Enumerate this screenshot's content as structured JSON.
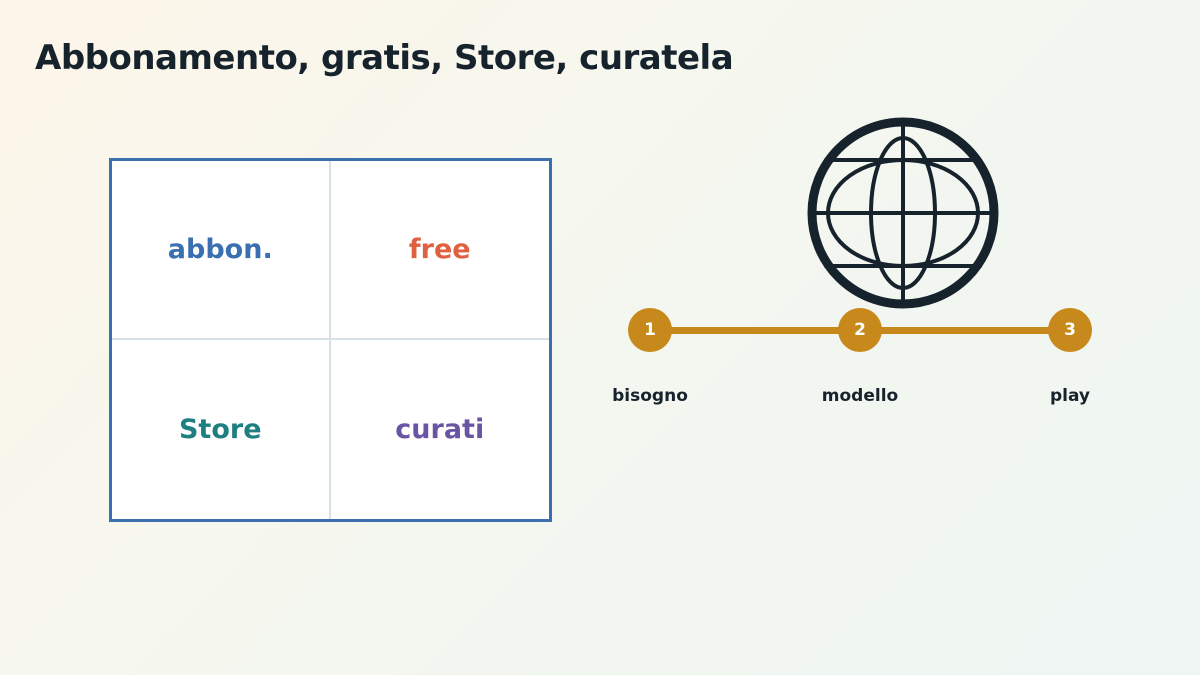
{
  "title": "Abbonamento, gratis, Store, curatela",
  "grid": {
    "cells": [
      {
        "label": "abbon.",
        "color": "#3a6fb0"
      },
      {
        "label": "free",
        "color": "#e0613f"
      },
      {
        "label": "Store",
        "color": "#1f7f80"
      },
      {
        "label": "curati",
        "color": "#6a55a4"
      }
    ]
  },
  "icon": "globe-icon",
  "timeline": {
    "color": "#c8891c",
    "steps": [
      {
        "number": "1",
        "label": "bisogno"
      },
      {
        "number": "2",
        "label": "modello"
      },
      {
        "number": "3",
        "label": "play"
      }
    ]
  }
}
